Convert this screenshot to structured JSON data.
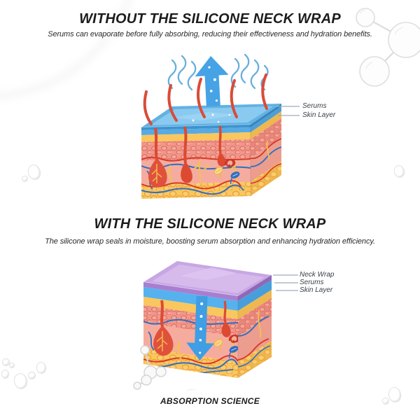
{
  "infographic": {
    "footer": "ABSORPTION SCIENCE",
    "sections": [
      {
        "title": "WITHOUT THE SILICONE NECK WRAP",
        "subtitle": "Serums can evaporate before fully absorbing, reducing their effectiveness and hydration benefits.",
        "callouts": [
          "Serums",
          "Skin Layer"
        ]
      },
      {
        "title": "WITH THE SILICONE NECK WRAP",
        "subtitle": "The silicone wrap seals in moisture, boosting serum absorption and enhancing hydration efficiency.",
        "callouts": [
          "Neck Wrap",
          "Serums",
          "Skin Layer"
        ]
      }
    ],
    "colors": {
      "serum_blue": "#62B2E2",
      "wrap_purple": "#C7A7E3",
      "skin_yellow": "#F9C75E",
      "epidermis_pink": "#F2968B",
      "dermis_pink": "#F5AC9E",
      "follicle_red": "#DC4A32",
      "vessel_blue": "#2F6FC1",
      "vessel_red": "#D83A2A",
      "nerve_yellow": "#F4C052",
      "arrow_blue": "#46A3E5",
      "callout_line": "#9AACC2",
      "text": "#1B1B1B"
    }
  }
}
